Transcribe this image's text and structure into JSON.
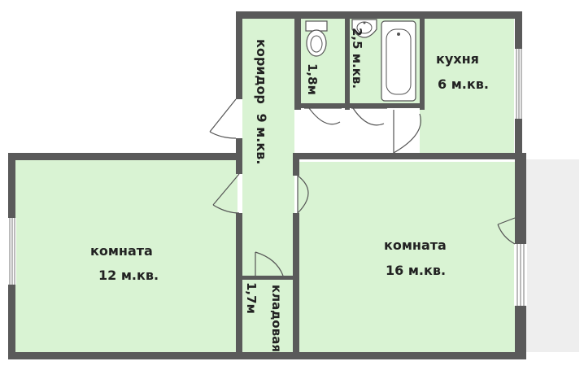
{
  "rooms": {
    "corridor": {
      "name": "коридор",
      "area": "9 м.кв."
    },
    "toilet": {
      "area": "1,8м"
    },
    "bathroom": {
      "area": "2,5 м.кв."
    },
    "kitchen": {
      "name": "кухня",
      "area": "6  м.кв."
    },
    "room_left": {
      "name": "комната",
      "area": "12 м.кв."
    },
    "room_right": {
      "name": "комната",
      "area": "16 м.кв."
    },
    "pantry": {
      "name": "кладовая",
      "area": "1,7м"
    }
  },
  "colors": {
    "room_fill": "#d9f3d3",
    "wall": "#5a5a5a",
    "balcony": "#eeeeee"
  },
  "icons": [
    "toilet-icon",
    "sink-icon",
    "bathtub-icon"
  ]
}
